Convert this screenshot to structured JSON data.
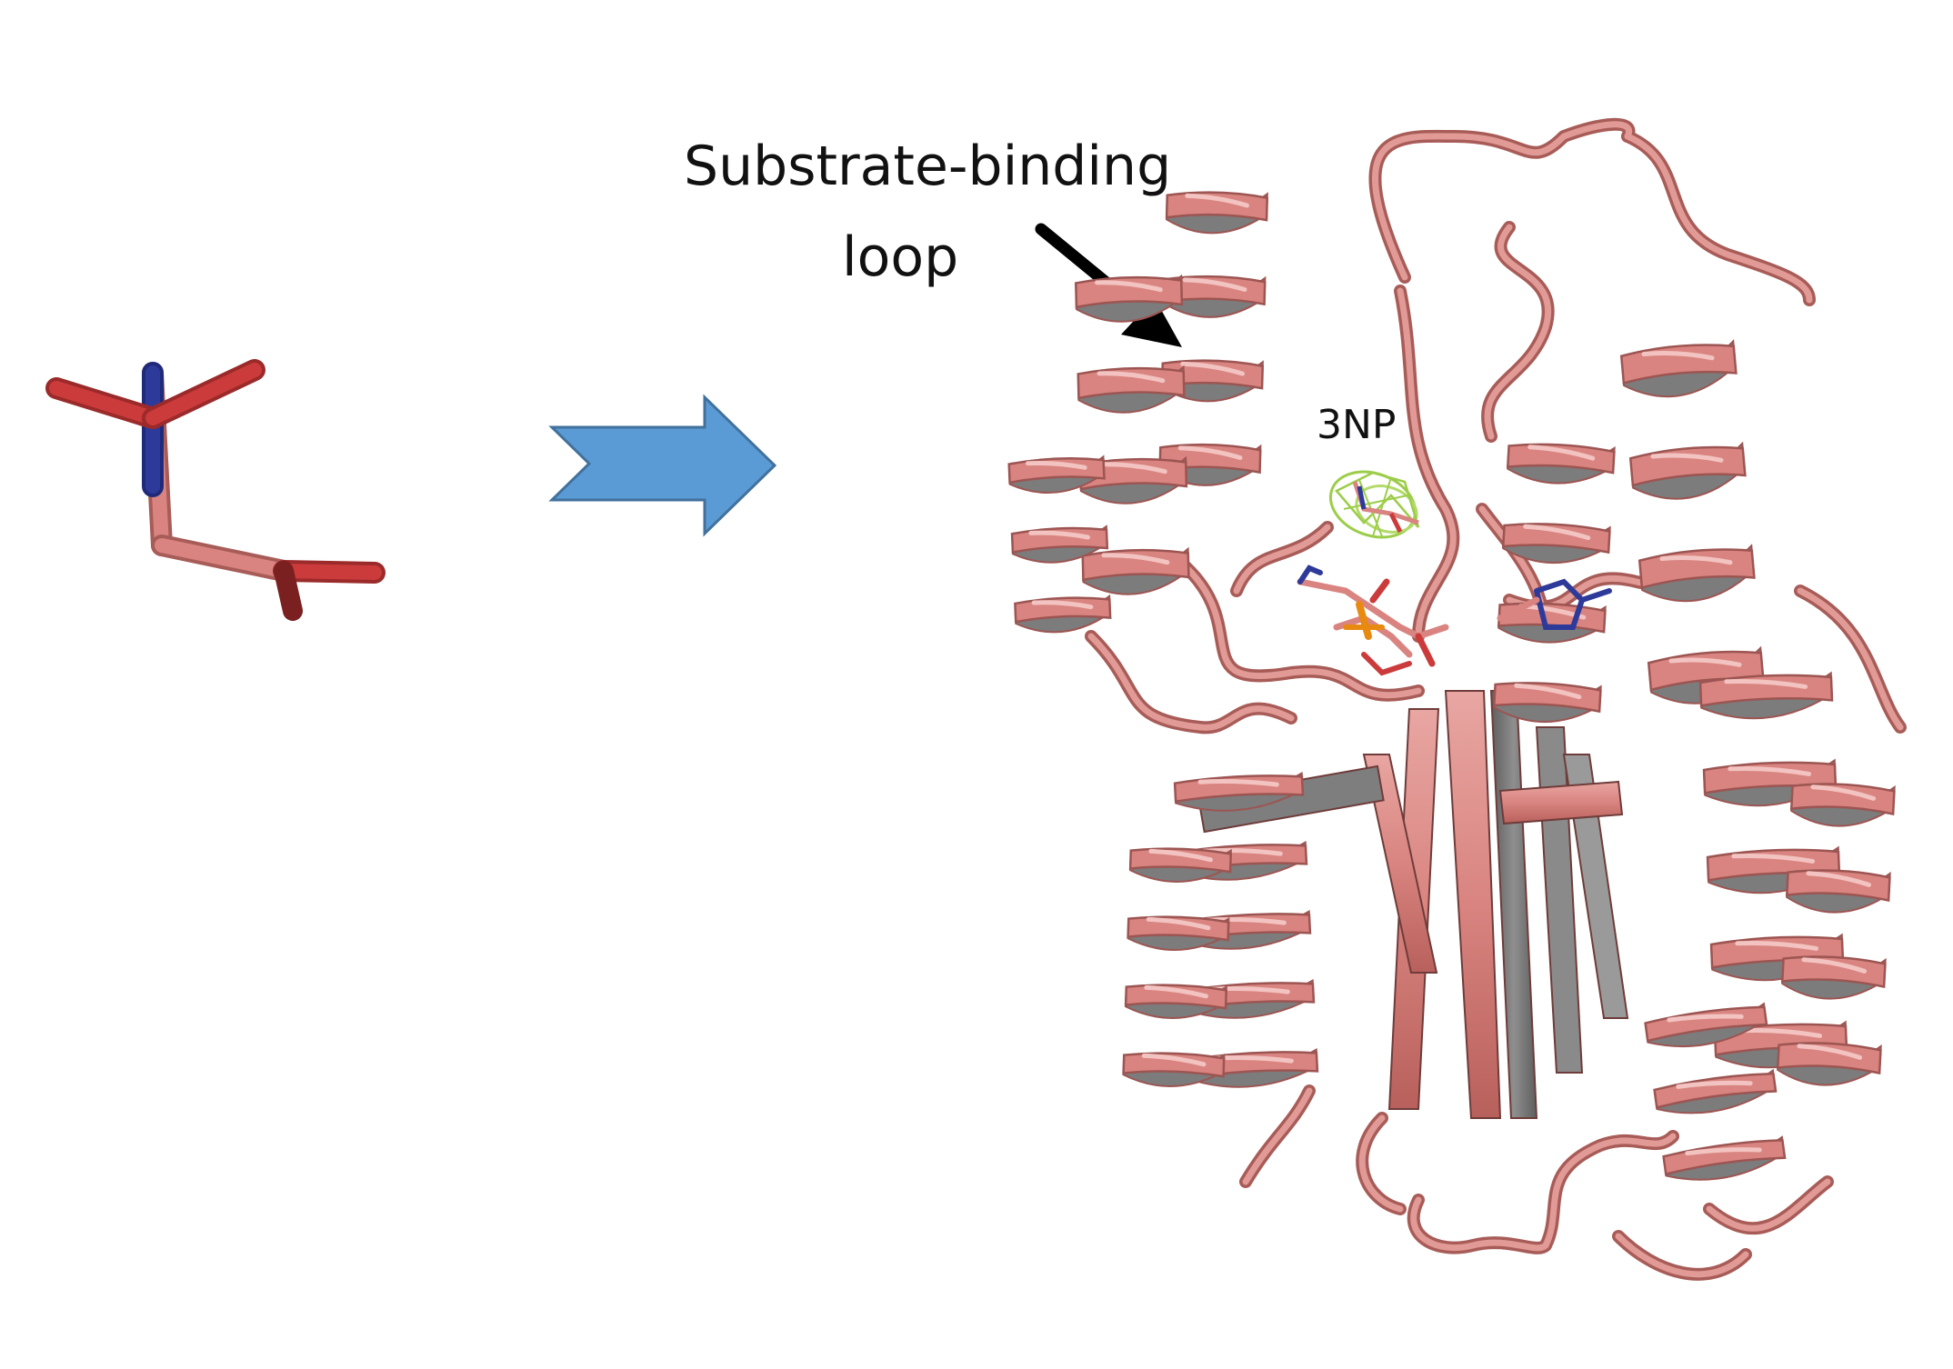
{
  "annotations": {
    "loop_label_line1": "Substrate-binding",
    "loop_label_line2": "loop",
    "ligand_label": "3NP"
  },
  "colors": {
    "protein_ribbon": "#d98480",
    "protein_edge": "#9c5552",
    "helix_underside": "#7c7c7c",
    "nitrogen": "#2e3a9a",
    "oxygen": "#cc3b3b",
    "phosphorus": "#e88a12",
    "density_mesh": "#9ccd4a",
    "reaction_arrow": "#5b9bd5",
    "pointer_arrow": "#000000"
  },
  "icons": {
    "reaction_arrow": "block-chevron-arrow-right",
    "pointer_arrow": "black-arrow-diagonal"
  }
}
